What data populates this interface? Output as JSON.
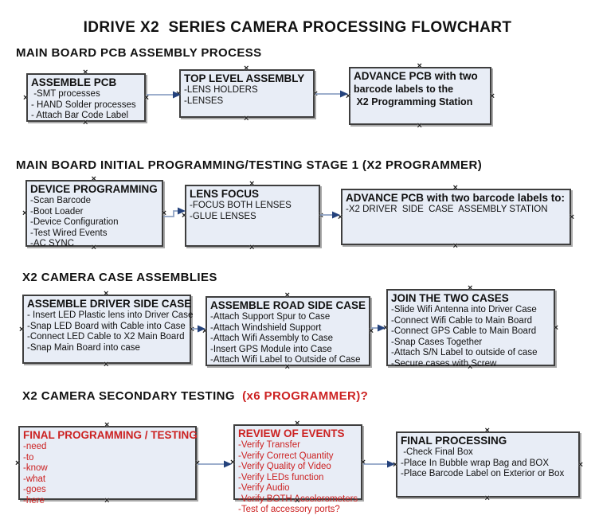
{
  "title": "IDRIVE X2  SERIES CAMERA PROCESSING FLOWCHART",
  "colors": {
    "text": "#111111",
    "red": "#cc2222",
    "box_fill": "#e8edf6",
    "box_border": "#3e3e3e",
    "arrow_line": "#8fa3c4",
    "arrow_head": "#24427c"
  },
  "sections": [
    {
      "header": "MAIN BOARD PCB ASSEMBLY PROCESS"
    },
    {
      "header": "MAIN BOARD INITIAL PROGRAMMING/TESTING STAGE 1 (X2 PROGRAMMER)"
    },
    {
      "header": "X2 CAMERA CASE ASSEMBLIES"
    },
    {
      "header": "X2 CAMERA SECONDARY TESTING",
      "header_suffix": "  (x6 PROGRAMMER)?"
    }
  ],
  "boxes": {
    "assemble_pcb": {
      "title": "ASSEMBLE PCB",
      "items": [
        " -SMT processes",
        "- HAND Solder processes",
        "- Attach Bar Code Label"
      ]
    },
    "top_level_assembly": {
      "title": "TOP LEVEL ASSEMBLY",
      "items": [
        "-LENS HOLDERS",
        "-LENSES"
      ]
    },
    "advance_pcb_station": {
      "title": "ADVANCE PCB with two",
      "items": [
        "barcode labels to the",
        " X2 Programming Station"
      ]
    },
    "device_programming": {
      "title": "DEVICE PROGRAMMING",
      "items": [
        "-Scan Barcode",
        "-Boot Loader",
        "-Device Configuration",
        "-Test Wired Events",
        "-AC SYNC"
      ]
    },
    "lens_focus": {
      "title": "LENS FOCUS",
      "items": [
        "-FOCUS BOTH LENSES",
        "-GLUE LENSES"
      ]
    },
    "advance_pcb_driver": {
      "title": "ADVANCE PCB with two barcode labels to:",
      "items": [
        "-X2 DRIVER  SIDE  CASE  ASSEMBLY STATION"
      ]
    },
    "assemble_driver_case": {
      "title": "ASSEMBLE DRIVER SIDE CASE",
      "items": [
        "- Insert LED Plastic lens into Driver Case",
        "-Snap LED Board with Cable into Case",
        "-Connect LED Cable to X2 Main Board",
        "-Snap Main Board into case"
      ]
    },
    "assemble_road_case": {
      "title": "ASSEMBLE ROAD SIDE CASE",
      "items": [
        "-Attach Support Spur to Case",
        "-Attach Windshield Support",
        "-Attach Wifi Assembly to Case",
        "-Insert GPS Module into Case",
        "-Attach Wifi Label to Outside of Case"
      ]
    },
    "join_cases": {
      "title": "JOIN THE TWO CASES",
      "items": [
        "-Slide Wifi Antenna into Driver Case",
        "-Connect Wifi Cable to Main Board",
        "-Connect GPS Cable to Main Board",
        "-Snap Cases Together",
        "-Attach S/N Label to outside of case",
        "-Secure cases with Screw"
      ]
    },
    "final_programming": {
      "title": "FINAL PROGRAMMING / TESTING",
      "items": [
        "-need",
        "-to",
        "-know",
        "-what",
        "-goes",
        "-here"
      ]
    },
    "review_events": {
      "title": "REVIEW OF EVENTS",
      "items": [
        "-Verify Transfer",
        "-Verify Correct Quantity",
        "-Verify Quality of Video",
        "-Verify LEDs function",
        "-Verify Audio",
        "-Verify BOTH Accelerometers",
        "-Test of accessory ports?"
      ]
    },
    "final_processing": {
      "title": "FINAL PROCESSING",
      "items": [
        " -Check Final Box",
        "-Place In Bubble wrap Bag and BOX",
        "-Place Barcode Label on Exterior or Box"
      ]
    }
  }
}
